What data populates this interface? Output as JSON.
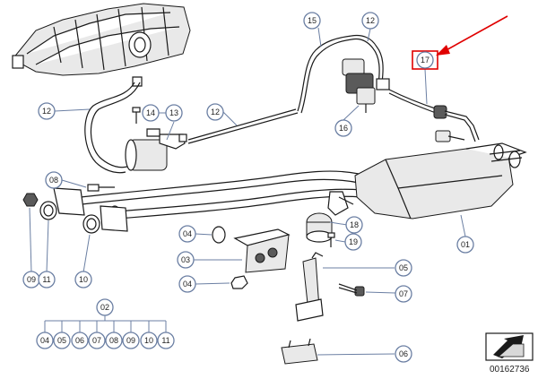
{
  "diagram": {
    "callouts": {
      "c01": "01",
      "c02": "02",
      "c03": "03",
      "c04a": "04",
      "c04b": "04",
      "c04c": "04",
      "c05a": "05",
      "c05b": "05",
      "c06a": "06",
      "c06b": "06",
      "c07a": "07",
      "c07b": "07",
      "c08a": "08",
      "c08b": "08",
      "c09a": "09",
      "c09b": "09",
      "c10a": "10",
      "c10b": "10",
      "c11a": "11",
      "c11b": "11",
      "c12a": "12",
      "c12b": "12",
      "c12c": "12",
      "c13": "13",
      "c14": "14",
      "c15": "15",
      "c16": "16",
      "c17": "17",
      "c18": "18",
      "c19": "19"
    },
    "diagram_id": "00162736",
    "highlight_color": "#e00000",
    "callout_color": "#6b7fa3"
  }
}
